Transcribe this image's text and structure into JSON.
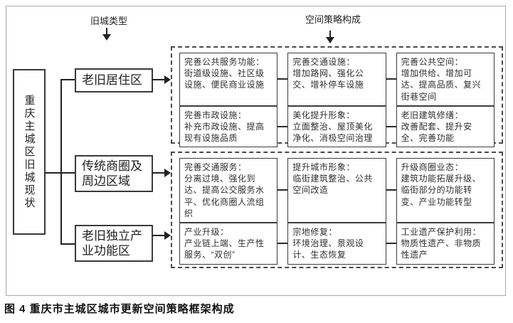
{
  "header": {
    "left_label": "旧城类型",
    "right_label": "空间策略构成"
  },
  "root": {
    "label": "重庆主城区旧城现状"
  },
  "types": [
    {
      "label": "老旧居住区"
    },
    {
      "label": "传统商圈及周边区域"
    },
    {
      "label": "老旧独立产业功能区"
    }
  ],
  "groups": [
    {
      "rows": [
        {
          "cells": [
            {
              "title": "完善公共服务功能：",
              "body": "街道级设施、社区级设施、便民商业设施"
            },
            {
              "title": "完善交通设施：",
              "body": "增加路网、强化公交、增补停车设施"
            },
            {
              "title": "完善公共空间：",
              "body": "增加供给、增加可达、提高品质、复兴街巷空间"
            }
          ]
        },
        {
          "cells": [
            {
              "title": "完善市政设施：",
              "body": "补充市政设施、提高现有设施品质"
            },
            {
              "title": "美化提升形象：",
              "body": "立面整治、屋顶美化净化、消极空间治理"
            },
            {
              "title": "老旧建筑修缮：",
              "body": "改善配套、提升安全、完善功能"
            }
          ]
        }
      ]
    },
    {
      "rows": [
        {
          "cells": [
            {
              "title": "完善交通服务：",
              "body": "分离过境、强化到达、提高公交服务水平、优化商圈人流组织"
            },
            {
              "title": "提升城市形象：",
              "body": "临街建筑整治、公共空间改造"
            },
            {
              "title": "升级商圈业态：",
              "body": "建筑功能拓展升级、临街部分的功能转变、产业功能转型"
            }
          ]
        },
        {
          "cells": [
            {
              "title": "产业升级：",
              "body": "产业链上端、生产性服务、“双创”"
            },
            {
              "title": "宗地修复：",
              "body": "环境治理、景观设计、生态恢复"
            },
            {
              "title": "工业遗产保护利用：",
              "body": "物质性遗产、非物质性遗产"
            }
          ]
        }
      ]
    }
  ],
  "caption": "图 4 重庆市主城区城市更新空间策略框架构成",
  "colors": {
    "line": "#222222",
    "frame_border": "#a8a8a8",
    "box_border": "#3a3a3a"
  }
}
